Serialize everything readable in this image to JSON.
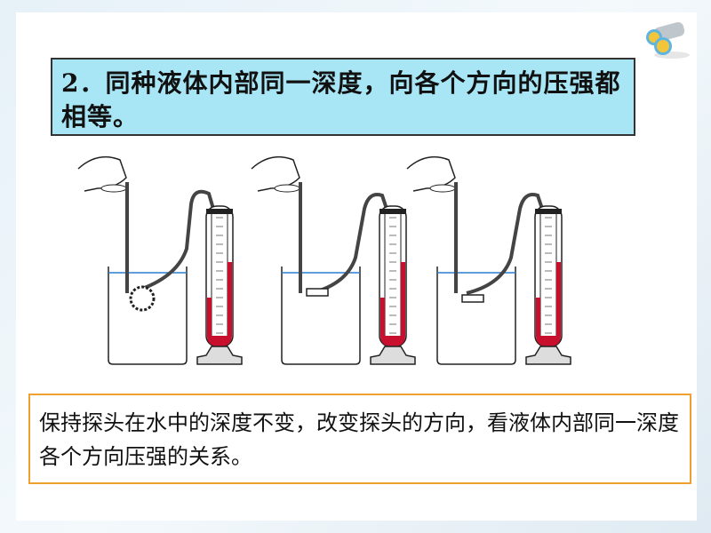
{
  "title": {
    "number": "2．",
    "text": "同种液体内部同一深度，向各个方向的压强都相等。"
  },
  "note": {
    "text": "保持探头在水中的深度不变，改变探头的方向，看液体内部同一深度各个方向压强的关系。"
  },
  "apparatus": [
    {
      "probe_direction": "side"
    },
    {
      "probe_direction": "up"
    },
    {
      "probe_direction": "down"
    }
  ],
  "colors": {
    "title_bg": "#a8e6f6",
    "note_border": "#f0a030",
    "liquid": "#c8102e",
    "water": "#2a7fd0"
  }
}
